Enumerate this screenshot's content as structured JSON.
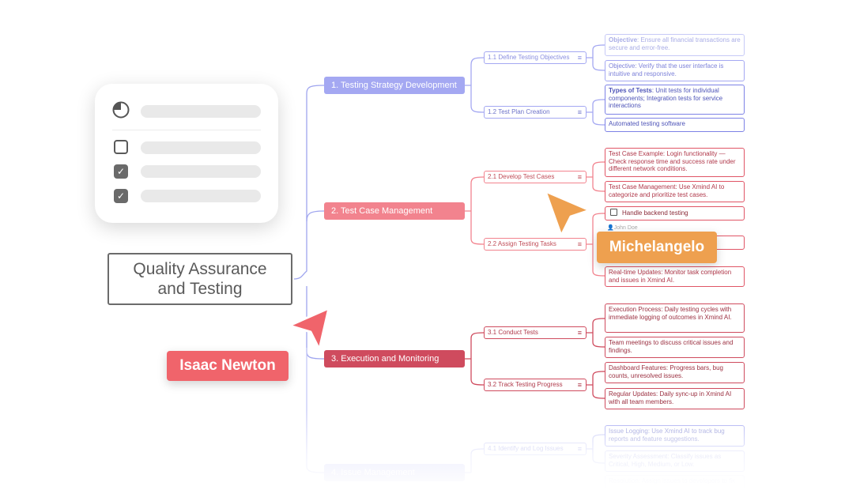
{
  "root": {
    "title": "Quality Assurance\nand Testing"
  },
  "colors": {
    "strategy": "#a4a8f2",
    "testcase": "#f2838e",
    "execution": "#cf4b5e",
    "issue": "#c7caf7",
    "line": "#9fa5ef"
  },
  "icons": {
    "card_pie": "pie-chart-icon",
    "checkbox": "checkbox-icon",
    "notes": "notes-icon",
    "cursor": "cursor-arrow-icon"
  },
  "branches": [
    {
      "label": "1. Testing Strategy Development",
      "subs": [
        {
          "label": "1.1 Define Testing Objectives",
          "leaves": [
            {
              "bold": "Objective",
              "text": ": Ensure all financial transactions are secure and error-free."
            },
            {
              "bold": "",
              "text": "Objective: Verify that the user interface is intuitive and responsive."
            }
          ]
        },
        {
          "label": "1.2 Test Plan Creation",
          "leaves": [
            {
              "bold": "Types of Tests",
              "text": ": Unit tests for individual components; Integration tests for service interactions"
            },
            {
              "bold": "",
              "text": "Automated testing software"
            }
          ]
        }
      ]
    },
    {
      "label": "2. Test Case Management",
      "subs": [
        {
          "label": "2.1 Develop Test Cases",
          "leaves": [
            {
              "bold": "",
              "text": "Test Case Example: Login functionality — Check response time and success rate under different network conditions."
            },
            {
              "bold": "",
              "text": "Test Case Management: Use Xmind AI to categorize and prioritize test cases."
            }
          ]
        },
        {
          "label": "2.2 Assign Testing Tasks",
          "leaves": [
            {
              "bold": "",
              "text": "Handle backend testing",
              "assignee": "John Doe"
            },
            {
              "bold": "",
              "text": ""
            },
            {
              "bold": "",
              "text": "Real-time Updates: Monitor task completion and issues in Xmind AI."
            }
          ]
        }
      ]
    },
    {
      "label": "3. Execution and Monitoring",
      "subs": [
        {
          "label": "3.1 Conduct Tests",
          "leaves": [
            {
              "bold": "",
              "text": "Execution Process: Daily testing cycles with immediate logging of outcomes in Xmind AI."
            },
            {
              "bold": "",
              "text": "Team meetings to discuss critical issues and findings."
            }
          ]
        },
        {
          "label": "3.2 Track Testing Progress",
          "leaves": [
            {
              "bold": "",
              "text": "Dashboard Features: Progress bars, bug counts, unresolved issues."
            },
            {
              "bold": "",
              "text": "Regular Updates: Daily sync-up in Xmind AI with all team members."
            }
          ]
        }
      ]
    },
    {
      "label": "4. Issue Management",
      "subs": [
        {
          "label": "4.1 Identify and Log Issues",
          "leaves": [
            {
              "bold": "",
              "text": "Issue Logging: Use Xmind AI to track bug reports and feature suggestions."
            },
            {
              "bold": "",
              "text": "Severity Assessment: Classify issues as Critical, High, Medium, or Low."
            },
            {
              "bold": "",
              "text": "Resolution: Assign issues to developers to fix"
            }
          ]
        }
      ]
    }
  ],
  "cursors": [
    {
      "name": "Isaac Newton",
      "color": "#f0646b"
    },
    {
      "name": "Michelangelo",
      "color": "#eea04f"
    }
  ]
}
